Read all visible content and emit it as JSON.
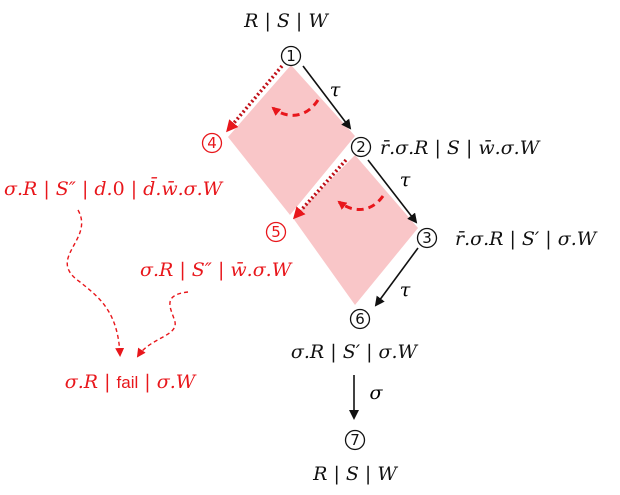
{
  "colors": {
    "black": "#111111",
    "red": "#e8161b",
    "pink": "#f9c6c8"
  },
  "nodes": [
    {
      "id": "1",
      "number": "1",
      "color": "black"
    },
    {
      "id": "2",
      "number": "2",
      "color": "black"
    },
    {
      "id": "3",
      "number": "3",
      "color": "black"
    },
    {
      "id": "4",
      "number": "4",
      "color": "red"
    },
    {
      "id": "5",
      "number": "5",
      "color": "red"
    },
    {
      "id": "6",
      "number": "6",
      "color": "black"
    },
    {
      "id": "7",
      "number": "7",
      "color": "black"
    }
  ],
  "labels": {
    "state_1": "R | S | W",
    "state_2": "r̄.σ.R | S | w̄.σ.W",
    "state_3": "r̄.σ.R | S′ | σ.W",
    "state_4_pre": "σ.R | S″ | d.",
    "state_4_zero": "0",
    "state_4_post": " | d̄.w̄.σ.W",
    "state_5": "σ.R | S″ | w̄.σ.W",
    "state_6": "σ.R | S′ | σ.W",
    "state_7": "R | S | W",
    "fail_pre": "σ.R | ",
    "fail_word": "fail",
    "fail_post": " | σ.W"
  },
  "transitions": [
    {
      "id": "t12",
      "label": "τ"
    },
    {
      "id": "t23",
      "label": "τ"
    },
    {
      "id": "t36",
      "label": "τ"
    },
    {
      "id": "t67",
      "label": "σ"
    }
  ]
}
